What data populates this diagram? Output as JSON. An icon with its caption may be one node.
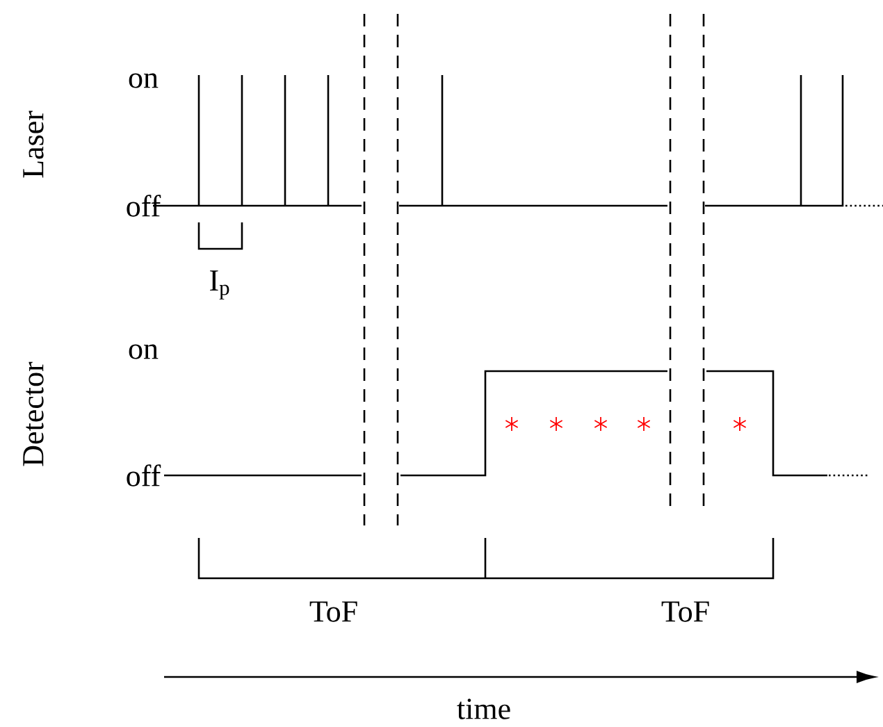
{
  "diagram": {
    "labels": [
      "on",
      "off",
      "Laser",
      "I$_{p}$",
      "on",
      "off",
      "Detector",
      "ToF",
      "ToF",
      "time"
    ]
  }
}
